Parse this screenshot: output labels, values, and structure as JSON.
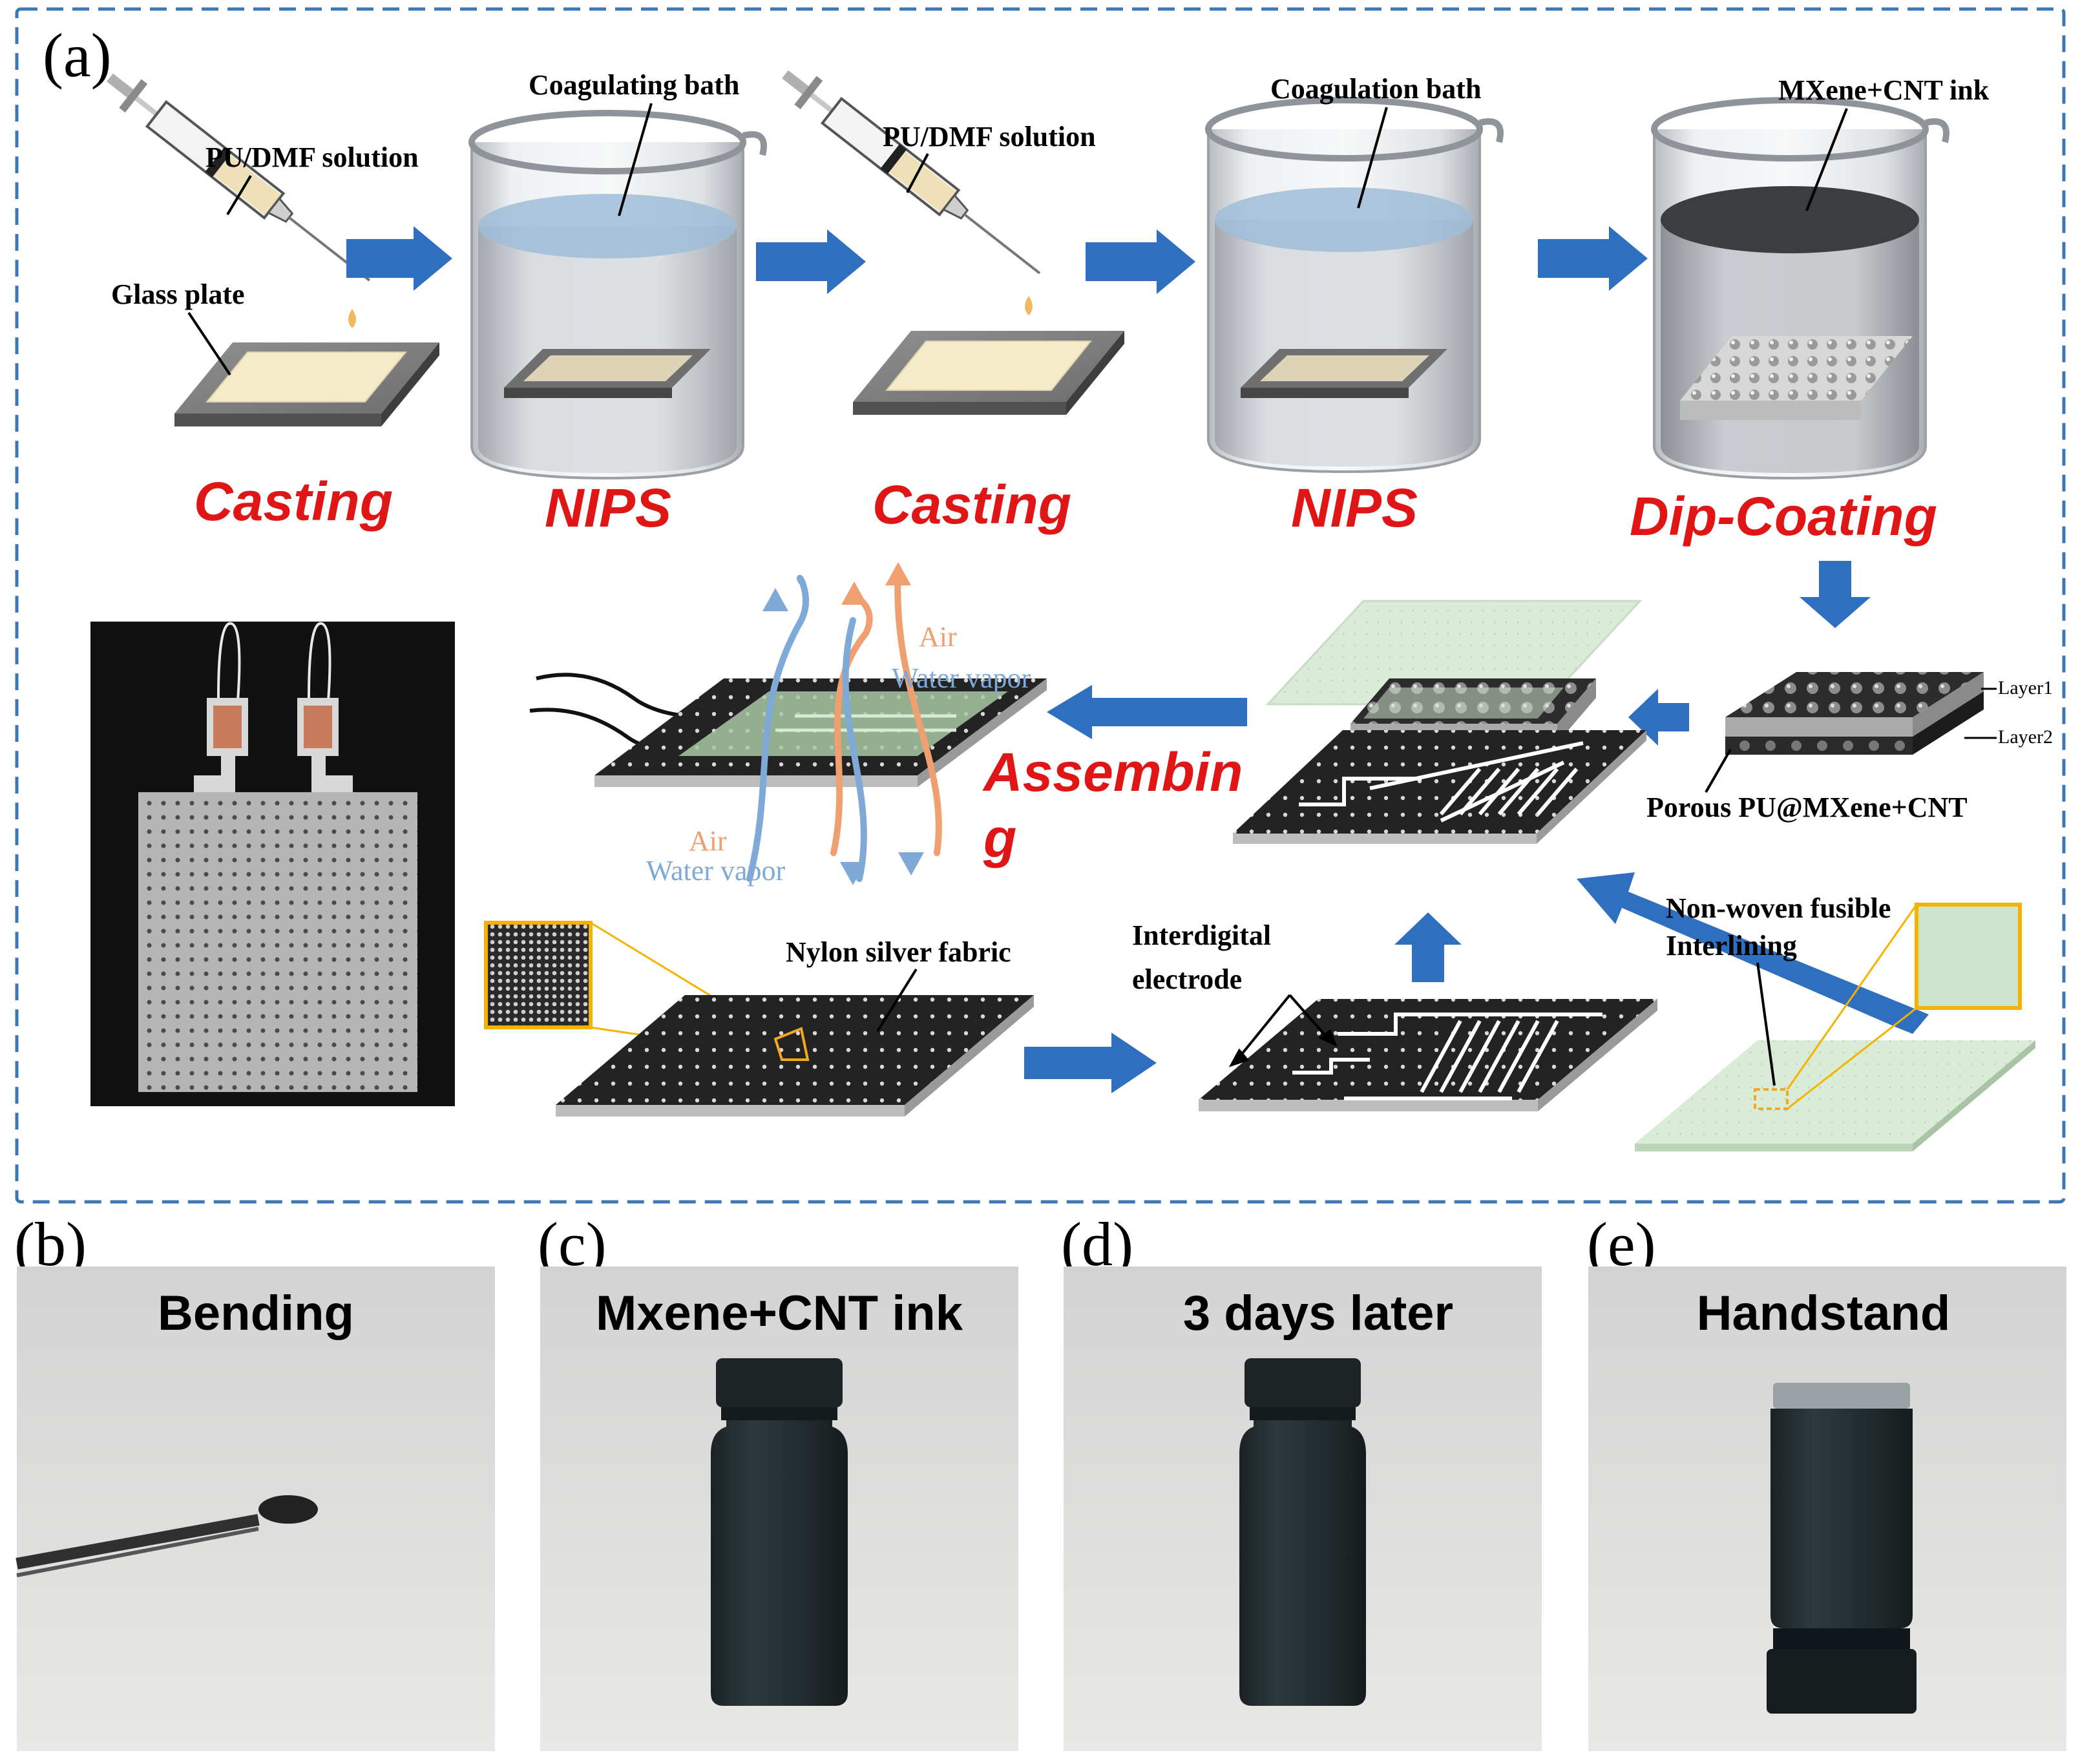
{
  "panel_a": {
    "tag": "(a)",
    "labels": {
      "pu_dmf_1": "PU/DMF solution",
      "glass_plate": "Glass plate",
      "coagulating_bath": "Coagulating bath",
      "pu_dmf_2": "PU/DMF solution",
      "coagulation_bath": "Coagulation bath",
      "mxene_cnt_ink": "MXene+CNT ink",
      "layer1": "Layer1",
      "layer2": "Layer2",
      "porous_pu": "Porous PU@MXene+CNT",
      "air_top": "Air",
      "water_vapor_top": "Water vapor",
      "air_bottom": "Air",
      "water_vapor_bottom": "Water vapor",
      "nylon_silver_fabric": "Nylon silver fabric",
      "interdigital_1": "Interdigital",
      "interdigital_2": "electrode",
      "nonwoven_1": "Non-woven fusible",
      "nonwoven_2": "Interlining"
    },
    "steps": {
      "casting_1": "Casting",
      "nips_1": "NIPS",
      "casting_2": "Casting",
      "nips_2": "NIPS",
      "dip_coating": "Dip-Coating",
      "assembling_1": "Assembin",
      "assembling_2": "g"
    }
  },
  "panel_b": {
    "tag": "(b)",
    "title": "Bending"
  },
  "panel_c": {
    "tag": "(c)",
    "title": "Mxene+CNT ink"
  },
  "panel_d": {
    "tag": "(d)",
    "title": "3 days later"
  },
  "panel_e": {
    "tag": "(e)",
    "title": "Handstand"
  },
  "colors": {
    "frame": "#3a78b8",
    "arrow": "#2f6fbf",
    "step_red": "#e01515",
    "air": "#f0a070",
    "vapor": "#7fa9d6",
    "fabric": "#232323",
    "interlining": "#d8ecd6",
    "ink": "#263034",
    "photo_bg": "#dcdcdc"
  }
}
